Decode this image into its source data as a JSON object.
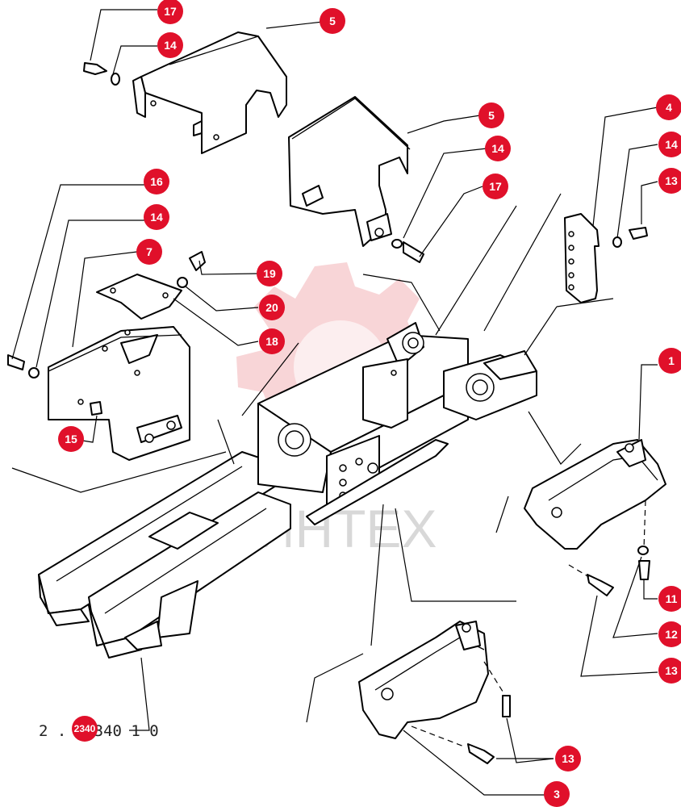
{
  "diagram": {
    "ref_code": "2 . 2 340 1 0",
    "badge_over_ref": "2340",
    "watermark_text": "ИНТЕХ",
    "accent_color": "#e0102a",
    "callouts": [
      "17",
      "14",
      "5",
      "5",
      "14",
      "17",
      "4",
      "14",
      "13",
      "16",
      "14",
      "7",
      "19",
      "20",
      "18",
      "15",
      "1",
      "11",
      "12",
      "13",
      "13",
      "3"
    ]
  }
}
